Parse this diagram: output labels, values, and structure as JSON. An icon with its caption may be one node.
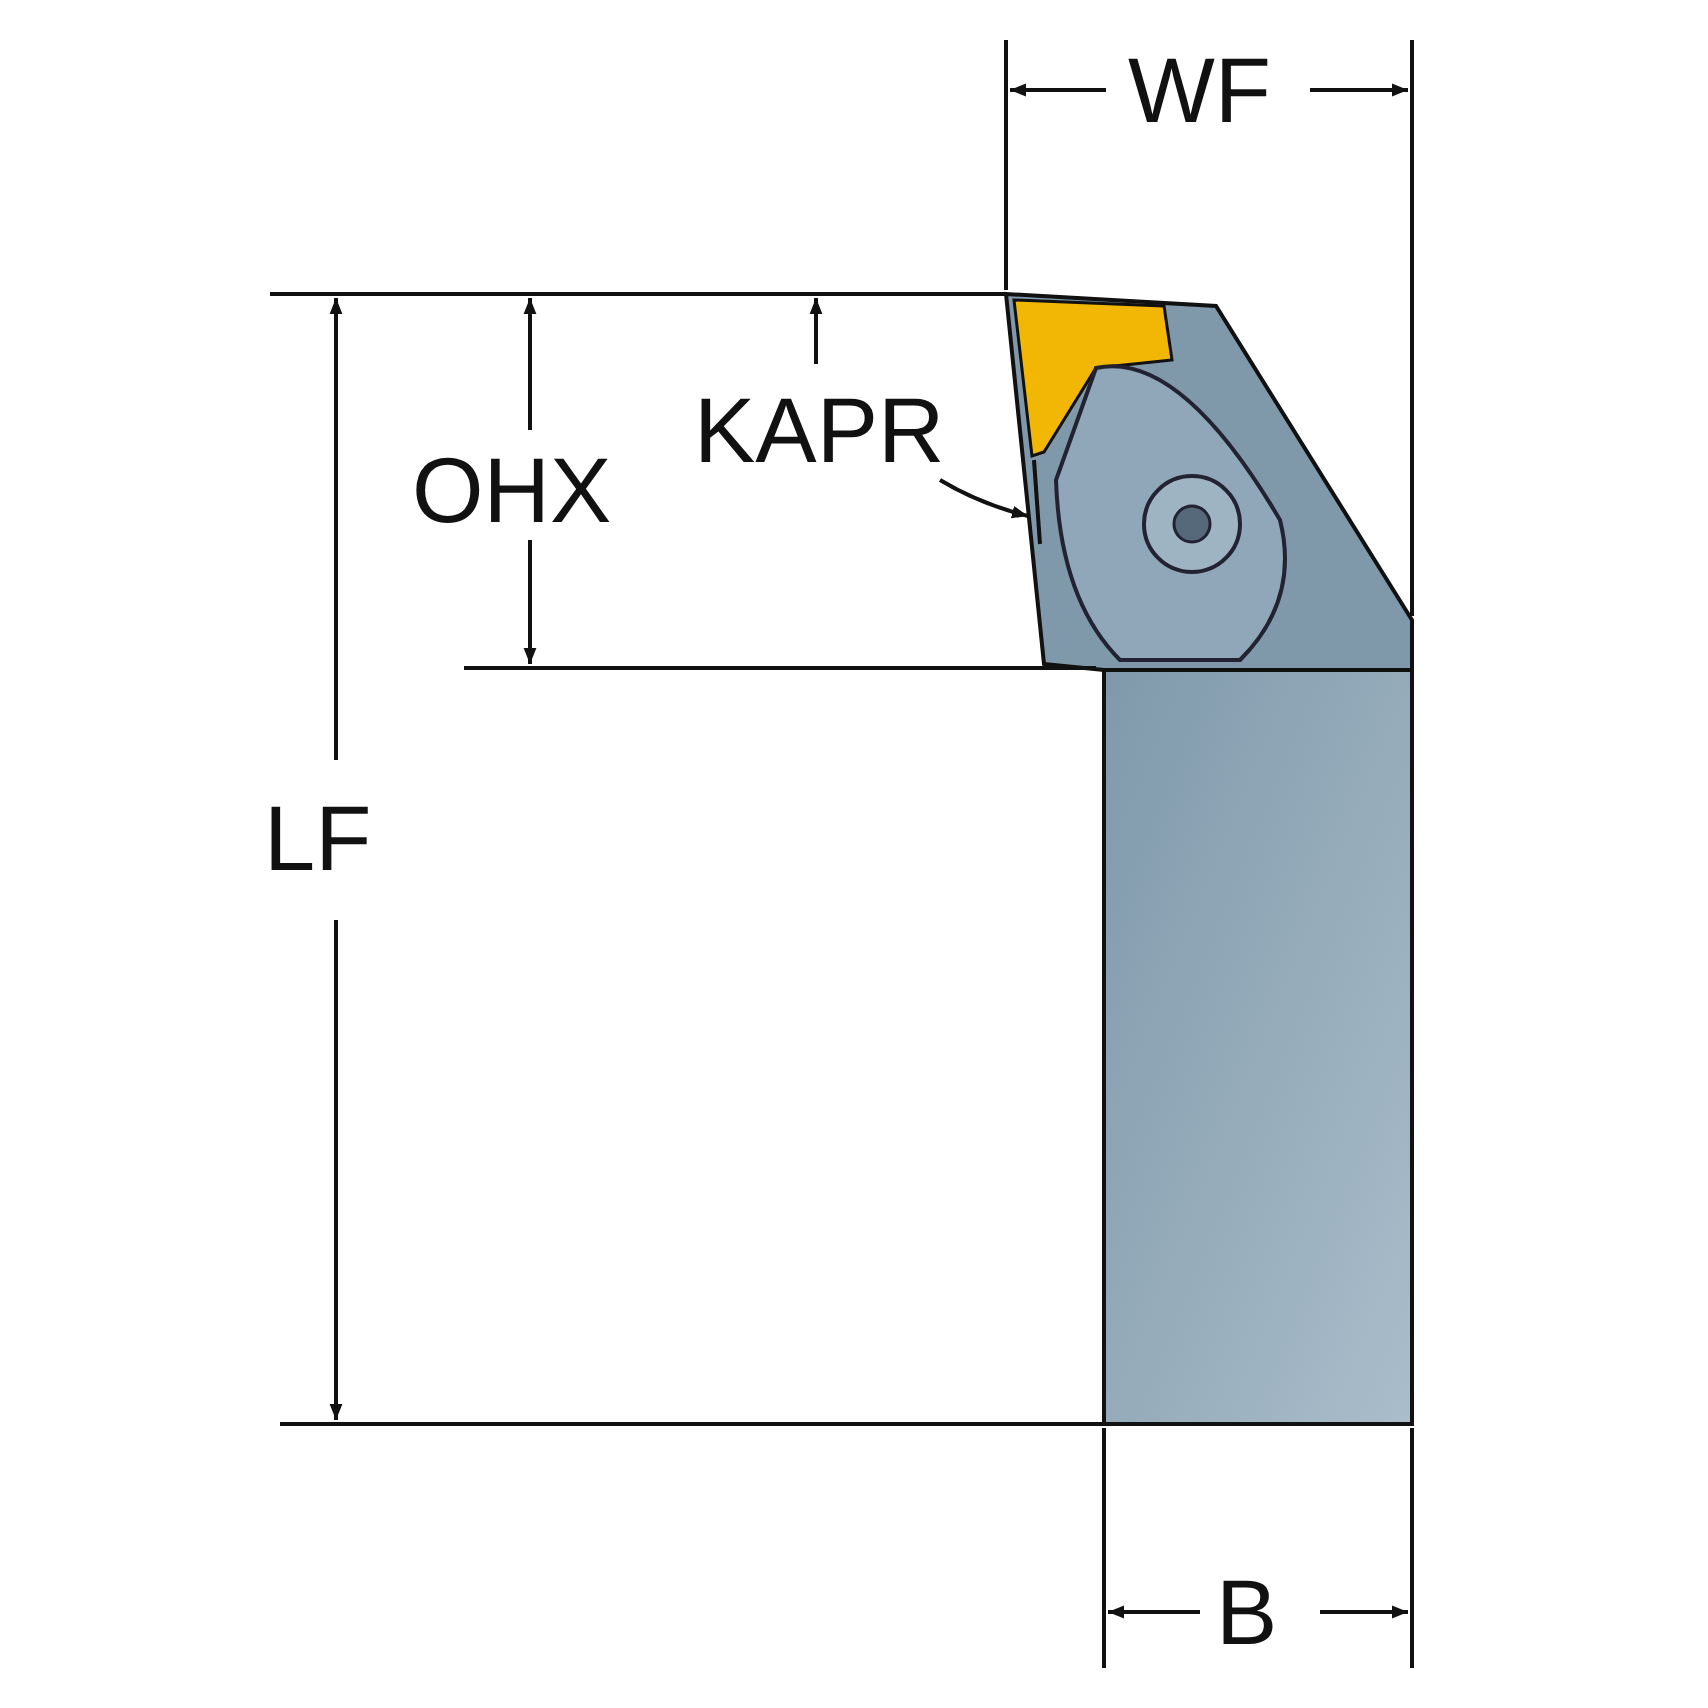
{
  "diagram": {
    "labels": [
      "WF",
      "KAPR",
      "OHX",
      "LF",
      "B"
    ]
  }
}
